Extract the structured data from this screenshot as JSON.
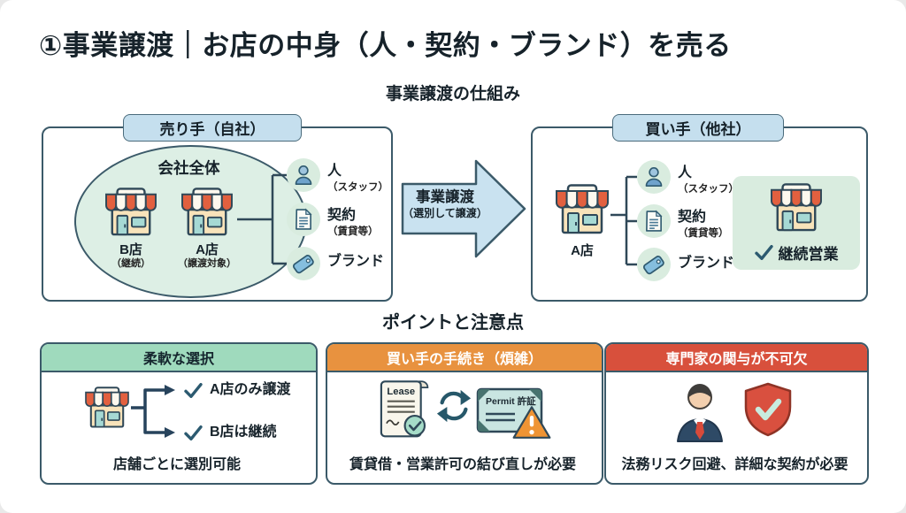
{
  "page": {
    "title": "①事業譲渡｜お店の中身（人・契約・ブランド）を売る"
  },
  "mechanism": {
    "heading": "事業譲渡の仕組み",
    "seller": {
      "header": "売り手（自社）",
      "company": "会社全体",
      "stores": [
        {
          "name": "B店",
          "note": "（継続）"
        },
        {
          "name": "A店",
          "note": "（譲渡対象）"
        }
      ],
      "assets": [
        {
          "label": "人",
          "note": "（スタッフ）"
        },
        {
          "label": "契約",
          "note": "（賃貸等）"
        },
        {
          "label": "ブランド",
          "note": ""
        }
      ]
    },
    "arrow": {
      "title": "事業譲渡",
      "subtitle": "（選別して譲渡）"
    },
    "buyer": {
      "header": "買い手（他社）",
      "store": {
        "name": "A店"
      },
      "assets": [
        {
          "label": "人",
          "note": "（スタッフ）"
        },
        {
          "label": "契約",
          "note": "（賃貸等）"
        },
        {
          "label": "ブランド",
          "note": ""
        }
      ],
      "result": "継続営業"
    }
  },
  "points": {
    "heading": "ポイントと注意点",
    "card_flexible": {
      "header": "柔軟な選択",
      "options": [
        {
          "label": "A店のみ譲渡"
        },
        {
          "label": "B店は継続"
        }
      ],
      "caption": "店舗ごとに選別可能"
    },
    "card_procedures": {
      "header": "買い手の手続き（煩雑）",
      "lease_label": "Lease",
      "permit_label": "Permit 許証",
      "caption": "賃貸借・営業許可の結び直しが必要"
    },
    "card_experts": {
      "header": "専門家の関与が不可欠",
      "caption": "法務リスク回避、詳細な契約が必要"
    }
  },
  "colors": {
    "outline_navy": "#3b5a69",
    "pill_blue": "#c5dfee",
    "mint_fill": "#ddefe5",
    "asset_circle": "#d9ecdf",
    "arrow_blue": "#c9e2f0",
    "flexible_header": "#9fdabd",
    "procedures_header": "#e8923f",
    "experts_header": "#d8503c",
    "store_red": "#e2603f",
    "check_navy": "#2c5a70"
  }
}
